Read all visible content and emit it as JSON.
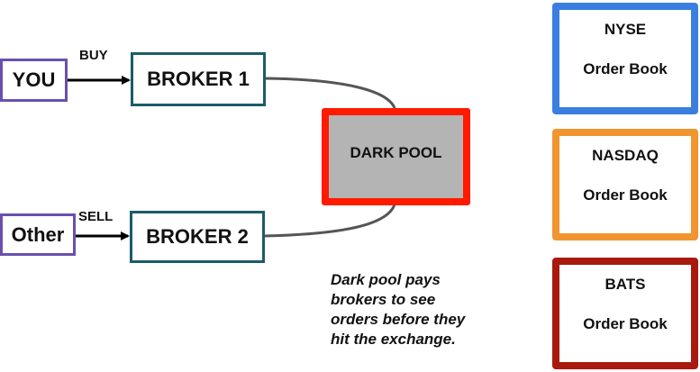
{
  "parties": {
    "you": "YOU",
    "other": "Other"
  },
  "actions": {
    "buy": "BUY",
    "sell": "SELL"
  },
  "brokers": [
    "BROKER 1",
    "BROKER 2"
  ],
  "dark_pool": {
    "label": "DARK POOL",
    "fill_color": "#b4b4b4",
    "border_color": "#ff1a00"
  },
  "exchanges": [
    {
      "name": "NYSE",
      "book": "Order Book",
      "color": "#3a7ee0"
    },
    {
      "name": "NASDAQ",
      "book": "Order Book",
      "color": "#f0952f"
    },
    {
      "name": "BATS",
      "book": "Order Book",
      "color": "#a81a0e"
    }
  ],
  "note": {
    "lines": [
      "Dark pool pays",
      "brokers to see",
      "orders before they",
      "hit the exchange."
    ]
  }
}
